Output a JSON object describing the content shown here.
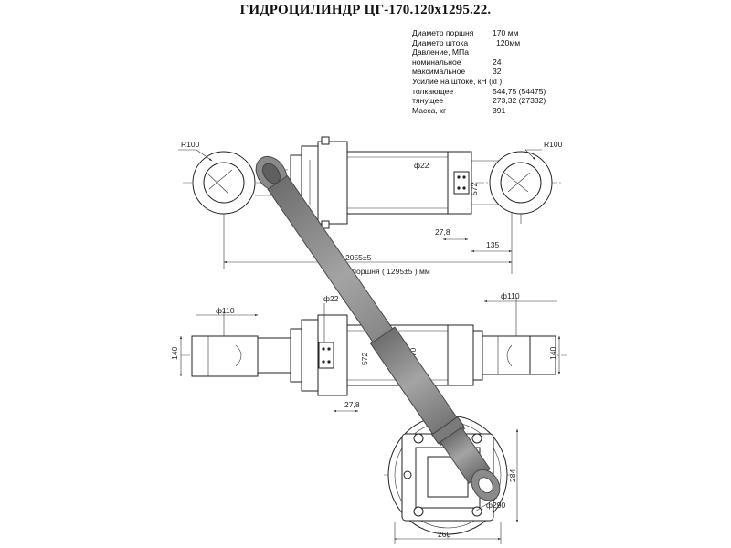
{
  "title": "ГИДРОЦИЛИНДР ЦГ-170.120х1295.22.",
  "specs": [
    {
      "label": "Диаметр поршня",
      "value": "170 мм"
    },
    {
      "label": "Диаметр штока",
      "value": "120мм"
    },
    {
      "label": "Давление, МПа",
      "value": ""
    },
    {
      "label": "номинальное",
      "value": "24"
    },
    {
      "label": "максимальное",
      "value": "32"
    },
    {
      "label": "Усилие на штоке, кН (кГ)",
      "value": ""
    },
    {
      "label": "толкающее",
      "value": "544,75 (54475)"
    },
    {
      "label": "тянущее",
      "value": "273,32 (27332)"
    },
    {
      "label": "Масса, кг",
      "value": "391"
    }
  ],
  "dimensions": {
    "r_left": "R100",
    "r_right": "R100",
    "phi22_top": "ф22",
    "d572_top": "572",
    "d278_top": "27,8",
    "d135": "135",
    "total_length": "2055±5",
    "stroke": "Ход поршня ( 1295±5 ) мм",
    "phi110_left": "ф110",
    "phi22_mid": "ф22",
    "phi110_right": "ф110",
    "d140_left": "140",
    "d572_mid": "572",
    "phi270": "ф270",
    "d140_right": "140",
    "d278_mid": "27,8",
    "d284": "284",
    "phi290": "ф290",
    "d260": "260"
  },
  "colors": {
    "cylinder_fill": "#8f8f8f",
    "cylinder_stroke": "#4a4a4a",
    "line": "#222222"
  }
}
